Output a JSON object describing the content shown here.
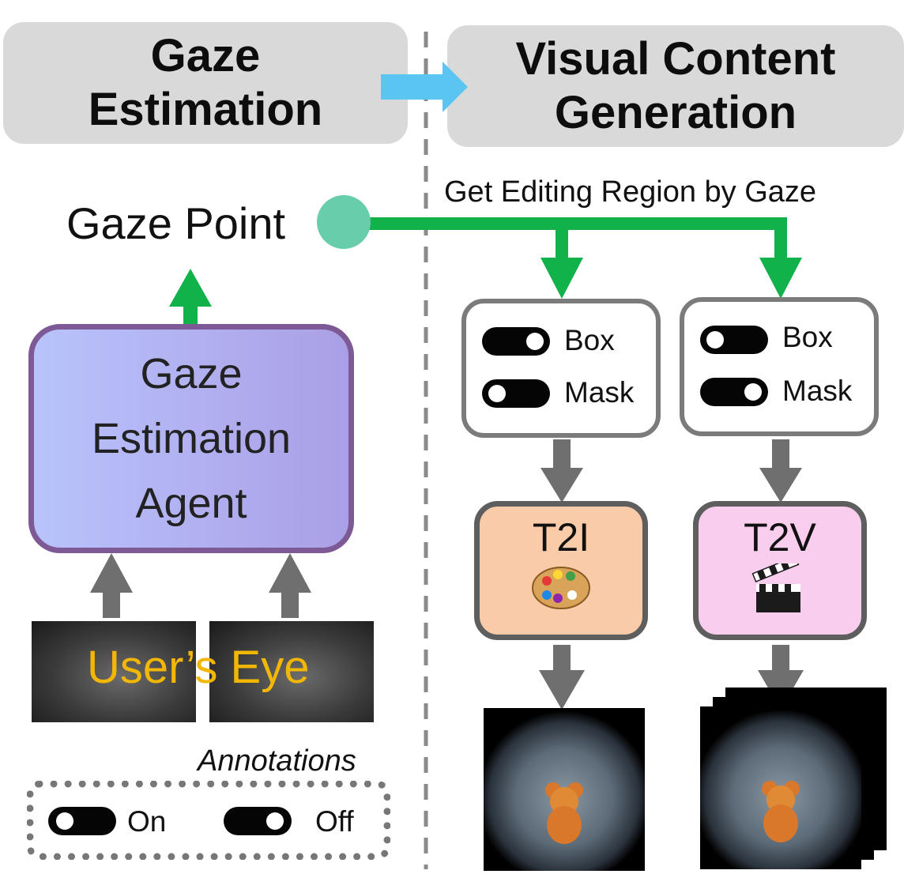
{
  "headers": {
    "left": [
      "Gaze",
      "Estimation"
    ],
    "right": [
      "Visual Content",
      "Generation"
    ]
  },
  "gaze_point_label": "Gaze Point",
  "editing_region_label": "Get Editing Region by Gaze",
  "agent_label": [
    "Gaze",
    "Estimation",
    "Agent"
  ],
  "eye_label": "User’s Eye",
  "annotations": {
    "title": "Annotations",
    "on_label": "On",
    "off_label": "Off"
  },
  "branches": [
    {
      "box_label": "Box",
      "mask_label": "Mask",
      "box_on": true,
      "mask_on": false,
      "model": "T2I",
      "icon": "palette-icon",
      "color": "#f9cba9"
    },
    {
      "box_label": "Box",
      "mask_label": "Mask",
      "box_on": false,
      "mask_on": true,
      "model": "T2V",
      "icon": "clapperboard-icon",
      "color": "#f9cdee"
    }
  ],
  "colors": {
    "green_arrow": "#12b24b",
    "blue_arrow": "#5bc5f2",
    "gray_arrow": "#6f6f6f",
    "gaze_dot": "#67cdaa",
    "eye_text": "#f2b705"
  }
}
